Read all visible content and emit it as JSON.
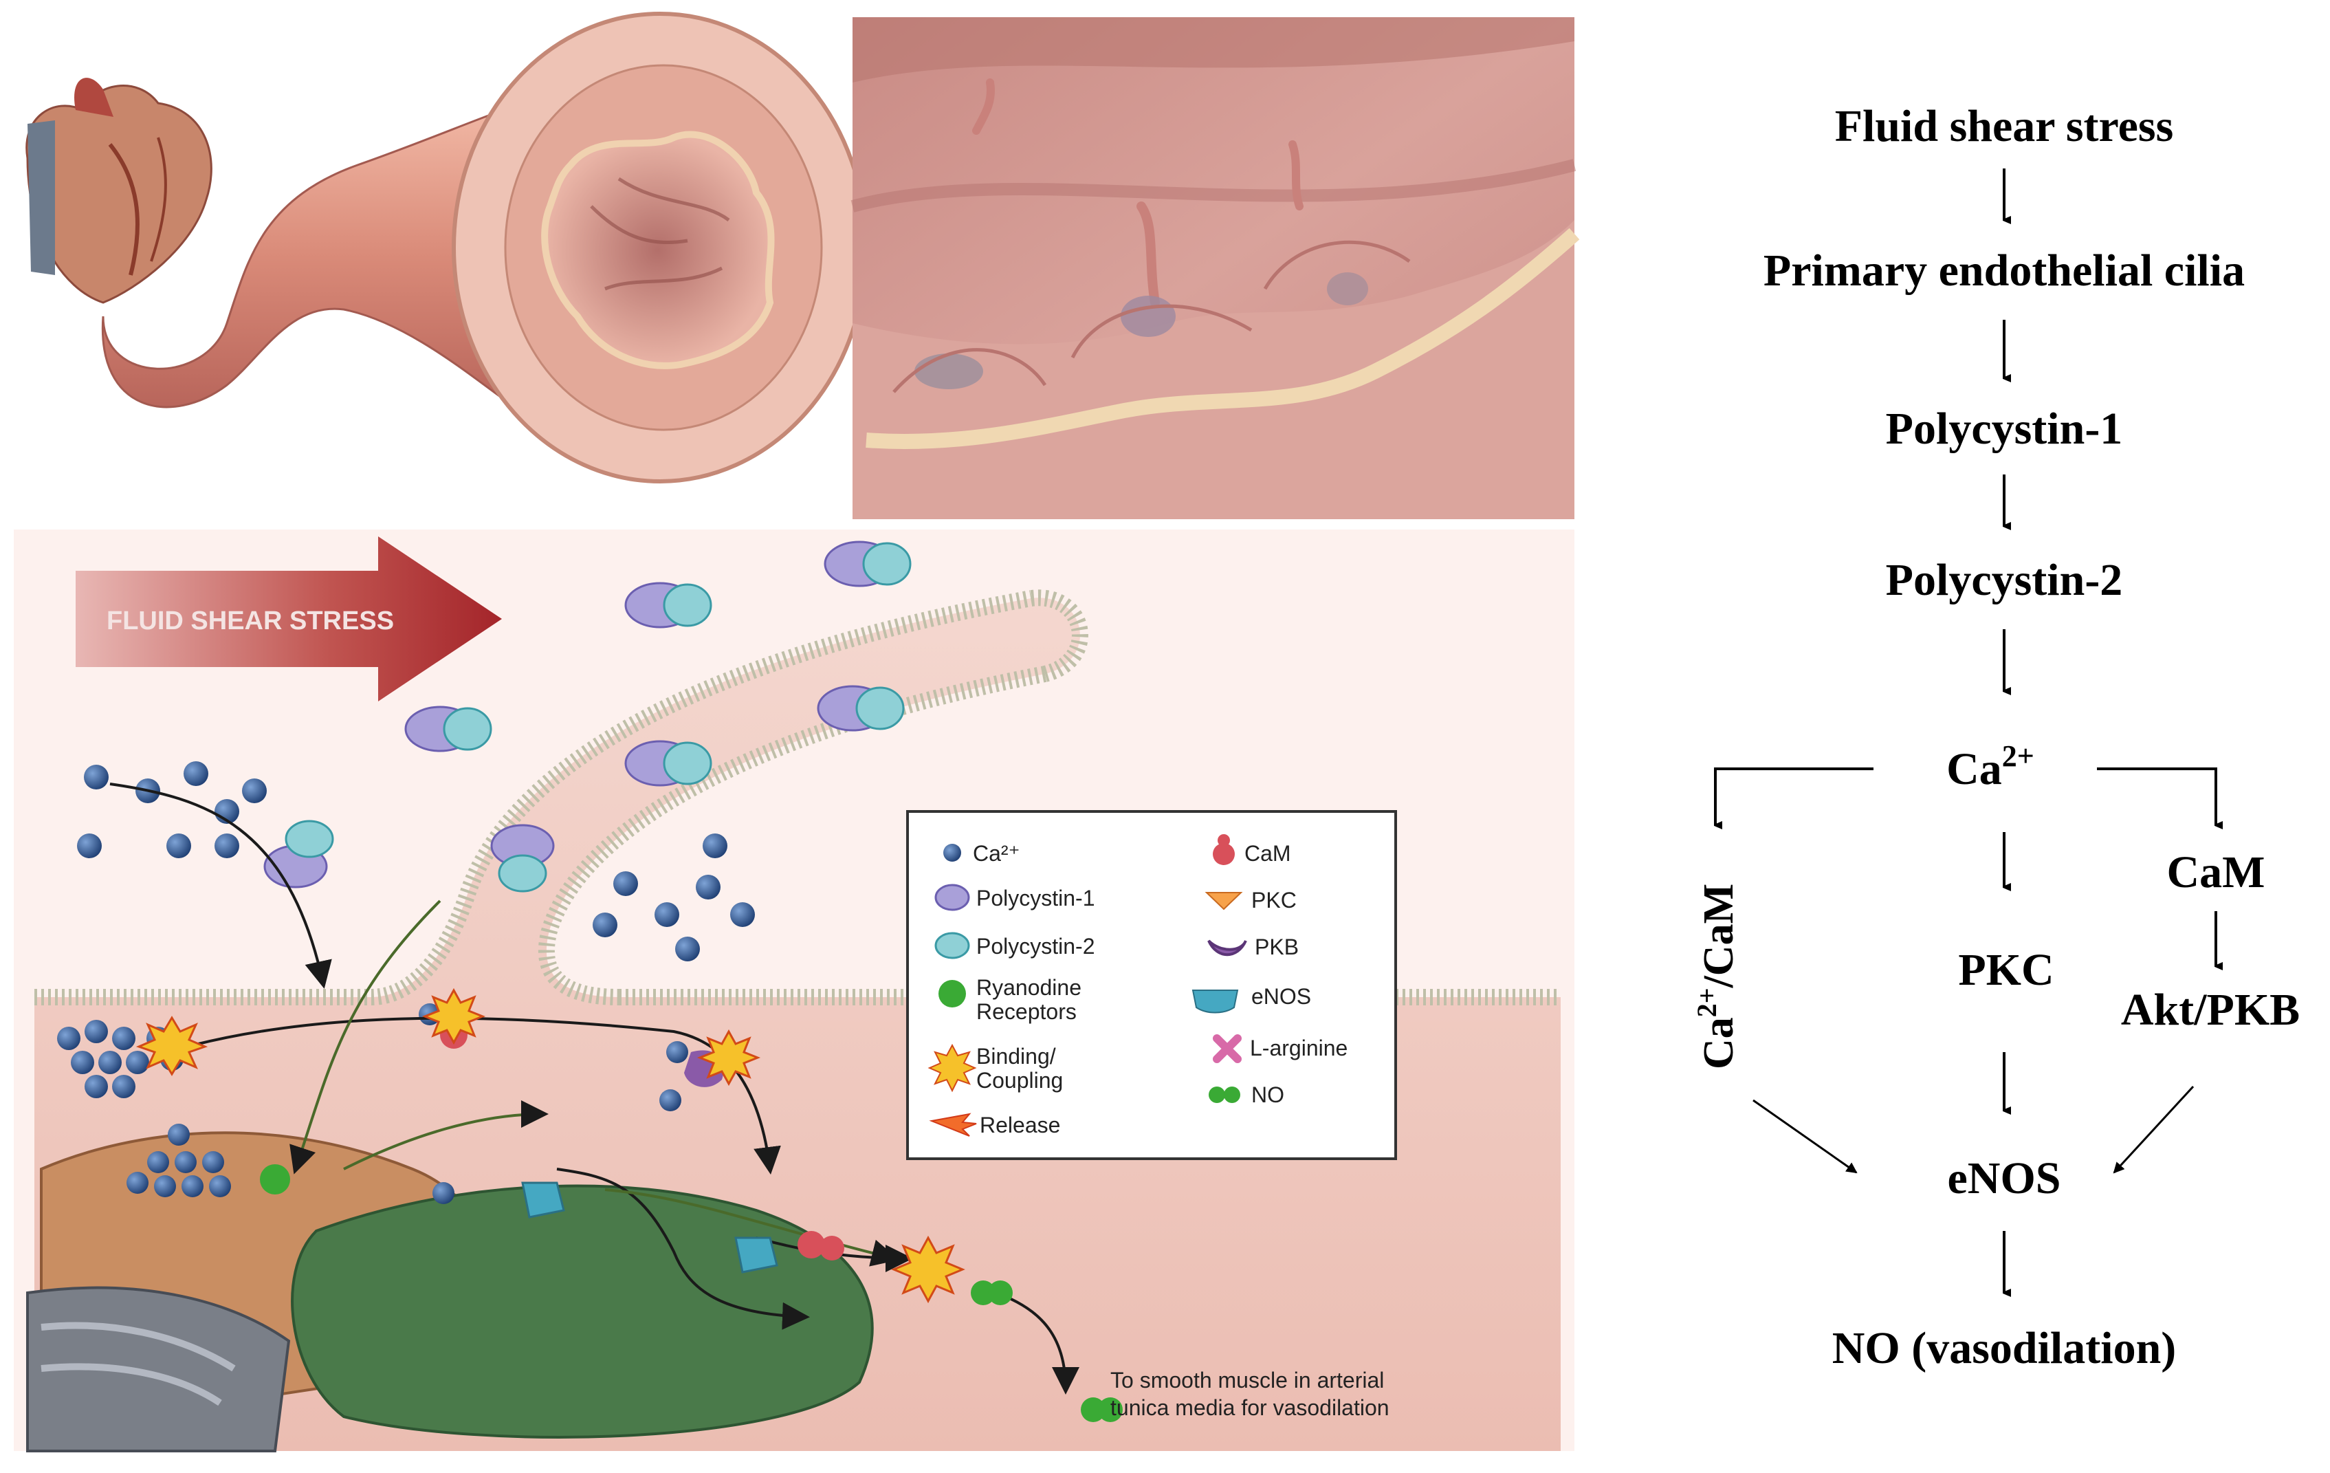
{
  "illustration": {
    "arrow_label": "FLUID SHEAR STRESS",
    "caption_line1": "To smooth muscle in arterial",
    "caption_line2": "tunica media for vasodilation",
    "legend": {
      "ca": "Ca²⁺",
      "polycystin1": "Polycystin-1",
      "polycystin2": "Polycystin-2",
      "ryanodine1": "Ryanodine",
      "ryanodine2": "Receptors",
      "binding1": "Binding/",
      "binding2": "Coupling",
      "release": "Release",
      "cam": "CaM",
      "pkc": "PKC",
      "pkb": "PKB",
      "enos": "eNOS",
      "larginine": "L-arginine",
      "no": "NO"
    }
  },
  "flowchart": {
    "fluid_shear_stress": "Fluid shear stress",
    "primary_cilia": "Primary endothelial cilia",
    "polycystin1": "Polycystin-1",
    "polycystin2": "Polycystin-2",
    "ca_base": "Ca",
    "ca_sup": "2+",
    "ca_cam_base": "Ca",
    "ca_cam_sup": "2+",
    "ca_cam_rest": "/CaM",
    "pkc": "PKC",
    "cam": "CaM",
    "akt_pkb": "Akt/PKB",
    "enos": "eNOS",
    "no": "NO (vasodilation)"
  },
  "colors": {
    "ca_ion": "#1f3f73",
    "shear_arrow": "#a4252a",
    "enos": "#45a8c2",
    "no": "#3aaa35",
    "er": "#4a7a4a",
    "tissue": "#e9b6ac"
  }
}
